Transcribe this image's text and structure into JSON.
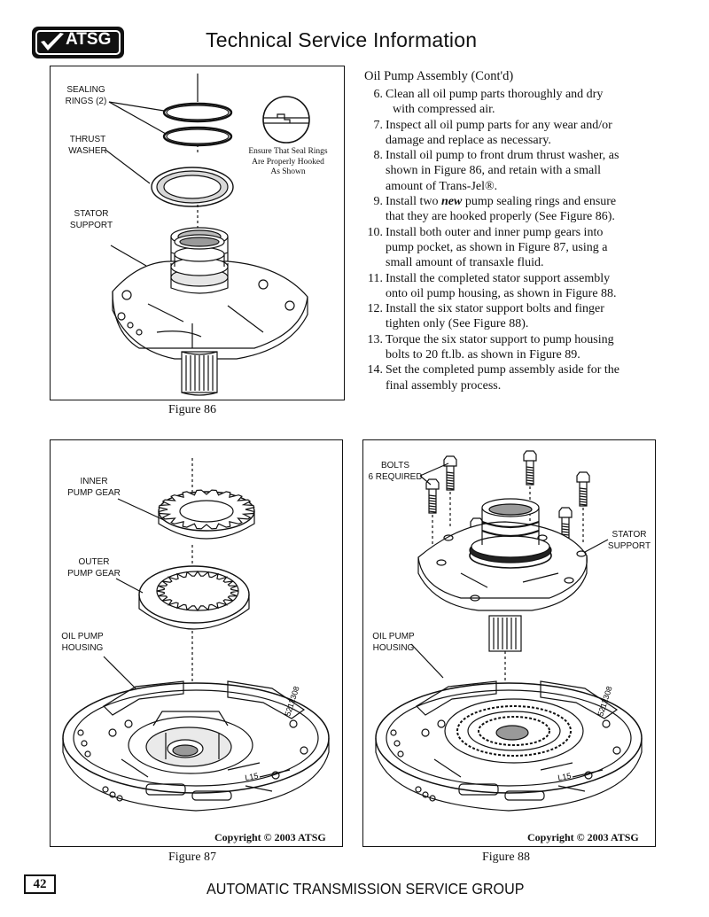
{
  "header": {
    "logo_text": "ATSG",
    "title": "Technical Service Information"
  },
  "figure86": {
    "caption": "Figure 86",
    "labels": {
      "sealing_rings": [
        "SEALING",
        "RINGS (2)"
      ],
      "thrust_washer": [
        "THRUST",
        "WASHER"
      ],
      "stator_support": [
        "STATOR",
        "SUPPORT"
      ]
    },
    "note": [
      "Ensure That Seal Rings",
      "Are Properly Hooked",
      "As Shown"
    ]
  },
  "figure87": {
    "caption": "Figure 87",
    "copyright": "Copyright © 2003 ATSG",
    "labels": {
      "inner_gear": [
        "INNER",
        "PUMP GEAR"
      ],
      "outer_gear": [
        "OUTER",
        "PUMP GEAR"
      ],
      "housing": [
        "OIL PUMP",
        "HOUSING"
      ]
    },
    "casting_number": "5212308",
    "casting_mark": "L15"
  },
  "figure88": {
    "caption": "Figure 88",
    "copyright": "Copyright © 2003 ATSG",
    "labels": {
      "bolts": [
        "BOLTS",
        "6 REQUIRED"
      ],
      "stator_support": [
        "STATOR",
        "SUPPORT"
      ],
      "housing": [
        "OIL PUMP",
        "HOUSING"
      ]
    },
    "casting_number": "5212308",
    "casting_mark": "L15"
  },
  "section": {
    "title": "Oil Pump Assembly (Cont'd)",
    "steps": [
      {
        "num": "6.",
        "lines": [
          "Clean all oil pump parts thoroughly and dry",
          "with compressed air."
        ]
      },
      {
        "num": "7.",
        "lines": [
          "Inspect all oil pump parts for any wear and/or",
          "damage and replace as necessary."
        ]
      },
      {
        "num": "8.",
        "lines": [
          "Install oil pump to front drum thrust washer, as",
          "shown in Figure 86, and retain with a small",
          "amount of Trans-Jel®."
        ]
      },
      {
        "num": "9.",
        "pre": "Install two ",
        "emph": "new",
        "post": " pump sealing rings and ensure",
        "lines": [
          "that they are hooked properly (See Figure 86)."
        ]
      },
      {
        "num": "10.",
        "lines": [
          "Install both outer and inner pump gears into",
          "pump pocket, as shown in Figure 87, using a",
          "small amount of transaxle fluid."
        ]
      },
      {
        "num": "11.",
        "lines": [
          "Install the completed stator support assembly",
          "onto oil pump housing, as shown in Figure 88."
        ]
      },
      {
        "num": "12.",
        "lines": [
          "Install the six stator support bolts and finger",
          "tighten only (See Figure 88)."
        ]
      },
      {
        "num": "13.",
        "lines": [
          "Torque the six stator support to pump housing",
          "bolts to 20 ft.lb. as shown in Figure 89."
        ]
      },
      {
        "num": "14.",
        "lines": [
          "Set the completed pump assembly aside for the",
          "final assembly process."
        ]
      }
    ]
  },
  "footer": {
    "page_number": "42",
    "org": "AUTOMATIC TRANSMISSION SERVICE GROUP"
  }
}
